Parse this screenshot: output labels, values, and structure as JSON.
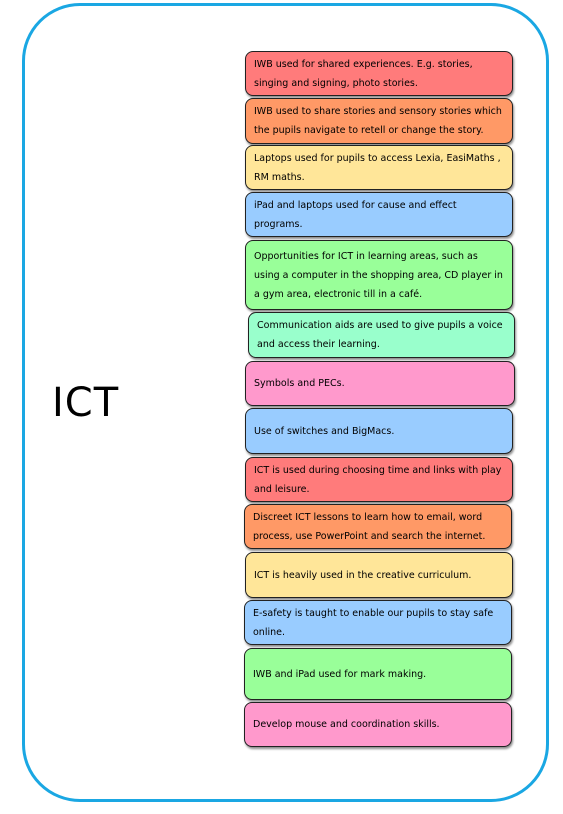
{
  "title": "ICT",
  "colors": {
    "frame": "#1aa7e3"
  },
  "items": [
    {
      "text": "IWB used for shared experiences. E.g. stories, singing and signing, photo stories.",
      "color": "#ff7b7b"
    },
    {
      "text": "IWB used to share stories  and sensory stories which the pupils navigate to retell  or change the story.",
      "color": "#ff9966"
    },
    {
      "text": "Laptops used for pupils to access Lexia, EasiMaths , RM maths.",
      "color": "#ffe699"
    },
    {
      "text": "iPad and laptops used for cause and effect programs.",
      "color": "#99ccff"
    },
    {
      "text": "Opportunities for ICT in learning areas, such as using a computer in the shopping area, CD player in a gym area, electronic till  in a café.",
      "color": "#99ff99"
    },
    {
      "text": "Communication aids are used to give pupils a voice and access their learning.",
      "color": "#99ffcc"
    },
    {
      "text": "Symbols and PECs.",
      "color": "#ff99cc"
    },
    {
      "text": "Use of switches and BigMacs.",
      "color": "#99ccff"
    },
    {
      "text": "ICT is used during choosing time and links with play and leisure.",
      "color": "#ff7b7b"
    },
    {
      "text": "Discreet ICT lessons to learn how to email, word process, use PowerPoint and search the internet.",
      "color": "#ff9966"
    },
    {
      "text": "ICT is heavily used in the creative curriculum.",
      "color": "#ffe699"
    },
    {
      "text": "E-safety is taught to enable our pupils to stay safe online.",
      "color": "#99ccff"
    },
    {
      "text": "IWB and iPad used for mark making.",
      "color": "#99ff99"
    },
    {
      "text": "Develop mouse and coordination skills.",
      "color": "#ff99cc"
    }
  ]
}
